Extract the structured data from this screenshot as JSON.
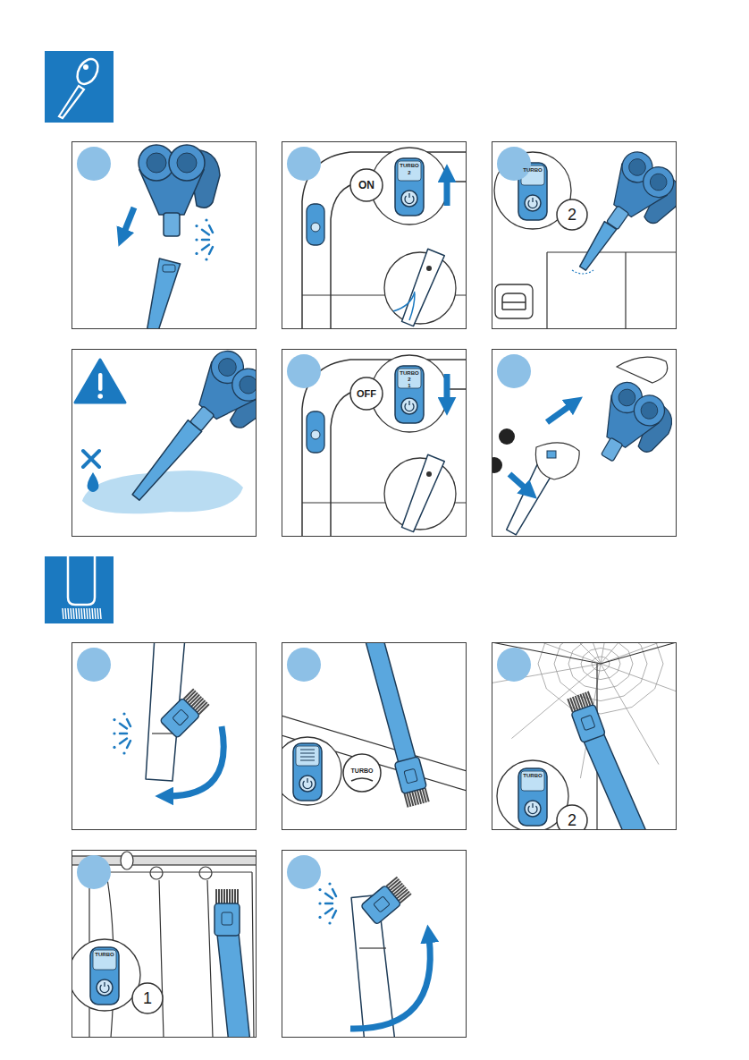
{
  "diagram": {
    "labels": [
      "ON",
      "TURBO",
      "2",
      "TURBO",
      "2",
      "OFF",
      "TURBO",
      "2",
      "1",
      "TURBO",
      "TURBO",
      "2",
      "TURBO",
      "1"
    ]
  }
}
